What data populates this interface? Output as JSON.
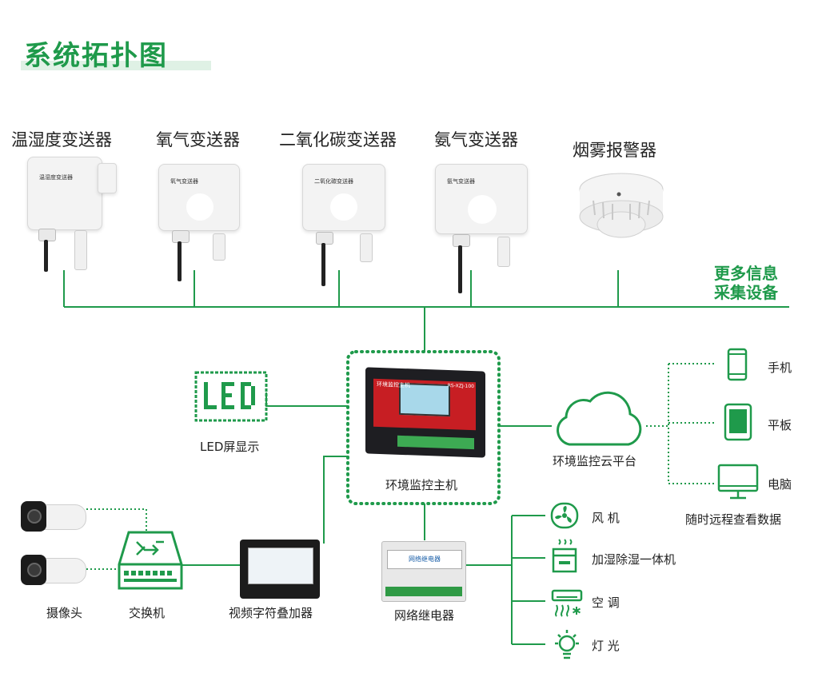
{
  "title": "系统拓扑图",
  "colors": {
    "accent": "#1f9a4b",
    "line": "#1f9a4b",
    "title_underline": "#dff1e5"
  },
  "devices": [
    {
      "name": "温湿度变送器",
      "face": "温湿度变送器"
    },
    {
      "name": "氧气变送器",
      "face": "氧气变送器"
    },
    {
      "name": "二氧化碳变送器",
      "face": "二氧化碳变送器"
    },
    {
      "name": "氨气变送器",
      "face": "氨气变送器"
    },
    {
      "name": "烟雾报警器"
    }
  ],
  "more_devices": [
    "更多信息",
    "采集设备"
  ],
  "host": {
    "label": "环境监控主机",
    "screen_text": "环境监控主机",
    "model": "RS-XZJ-100"
  },
  "led": {
    "label": "LED屏显示",
    "icon": "led-display-icon"
  },
  "cloud": {
    "label": "环境监控云平台",
    "icon": "cloud-icon"
  },
  "terminals": [
    {
      "label": "手机",
      "icon": "phone-icon"
    },
    {
      "label": "平板",
      "icon": "tablet-icon"
    },
    {
      "label": "电脑",
      "icon": "monitor-icon"
    }
  ],
  "terminal_caption": "随时远程查看数据",
  "cameras_label": "摄像头",
  "switch_label": "交换机",
  "overlay_label": "视频字符叠加器",
  "relay": {
    "label": "网络继电器",
    "panel_text": "网络继电器"
  },
  "controlled": [
    {
      "label": "风 机",
      "icon": "fan-icon"
    },
    {
      "label": "加湿除湿一体机",
      "icon": "humidifier-icon"
    },
    {
      "label": "空 调",
      "icon": "air-conditioner-icon"
    },
    {
      "label": "灯 光",
      "icon": "light-bulb-icon"
    }
  ]
}
